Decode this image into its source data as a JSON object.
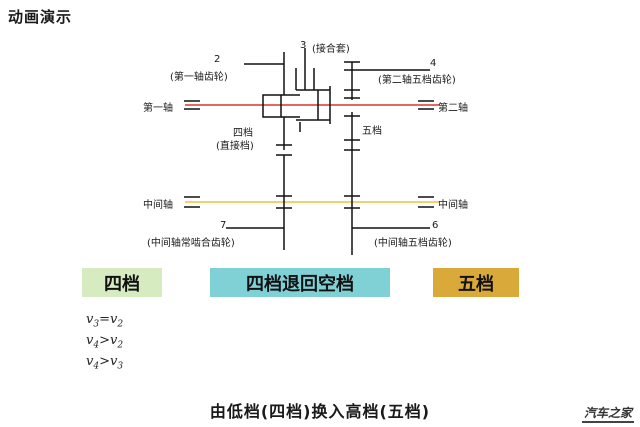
{
  "title": "动画演示",
  "labels": {
    "gear2_num": "2",
    "gear2_name": "(第一轴齿轮)",
    "sleeve_num": "3",
    "sleeve_name": "(接合套)",
    "gear4_num": "4",
    "gear4_name": "(第二轴五档齿轮)",
    "shaft1": "第一轴",
    "shaft2": "第二轴",
    "fourth_gear": "四档",
    "direct_gear": "(直接档)",
    "fifth_gear_small": "五档",
    "mid_shaft_left": "中间轴",
    "mid_shaft_right": "中间轴",
    "gear7_num": "7",
    "gear7_name": "(中间轴常啮合齿轮)",
    "gear6_num": "6",
    "gear6_name": "(中间轴五档齿轮)"
  },
  "stages": {
    "stage1": "四档",
    "stage2": "四档退回空档",
    "stage3": "五档"
  },
  "colors": {
    "stage1_bg": "#d6ebc0",
    "stage2_bg": "#7fd1d6",
    "stage3_bg": "#d9a93a",
    "shaft1_line": "#d9362b",
    "mid_shaft_line": "#f0c040"
  },
  "velocities": [
    {
      "a": "v",
      "a_sub": "3",
      "op": "=",
      "b": "v",
      "b_sub": "2"
    },
    {
      "a": "v",
      "a_sub": "4",
      "op": ">",
      "b": "v",
      "b_sub": "2"
    },
    {
      "a": "v",
      "a_sub": "4",
      "op": ">",
      "b": "v",
      "b_sub": "3"
    }
  ],
  "caption": "由低档(四档)换入高档(五档)",
  "logo": "汽车之家"
}
